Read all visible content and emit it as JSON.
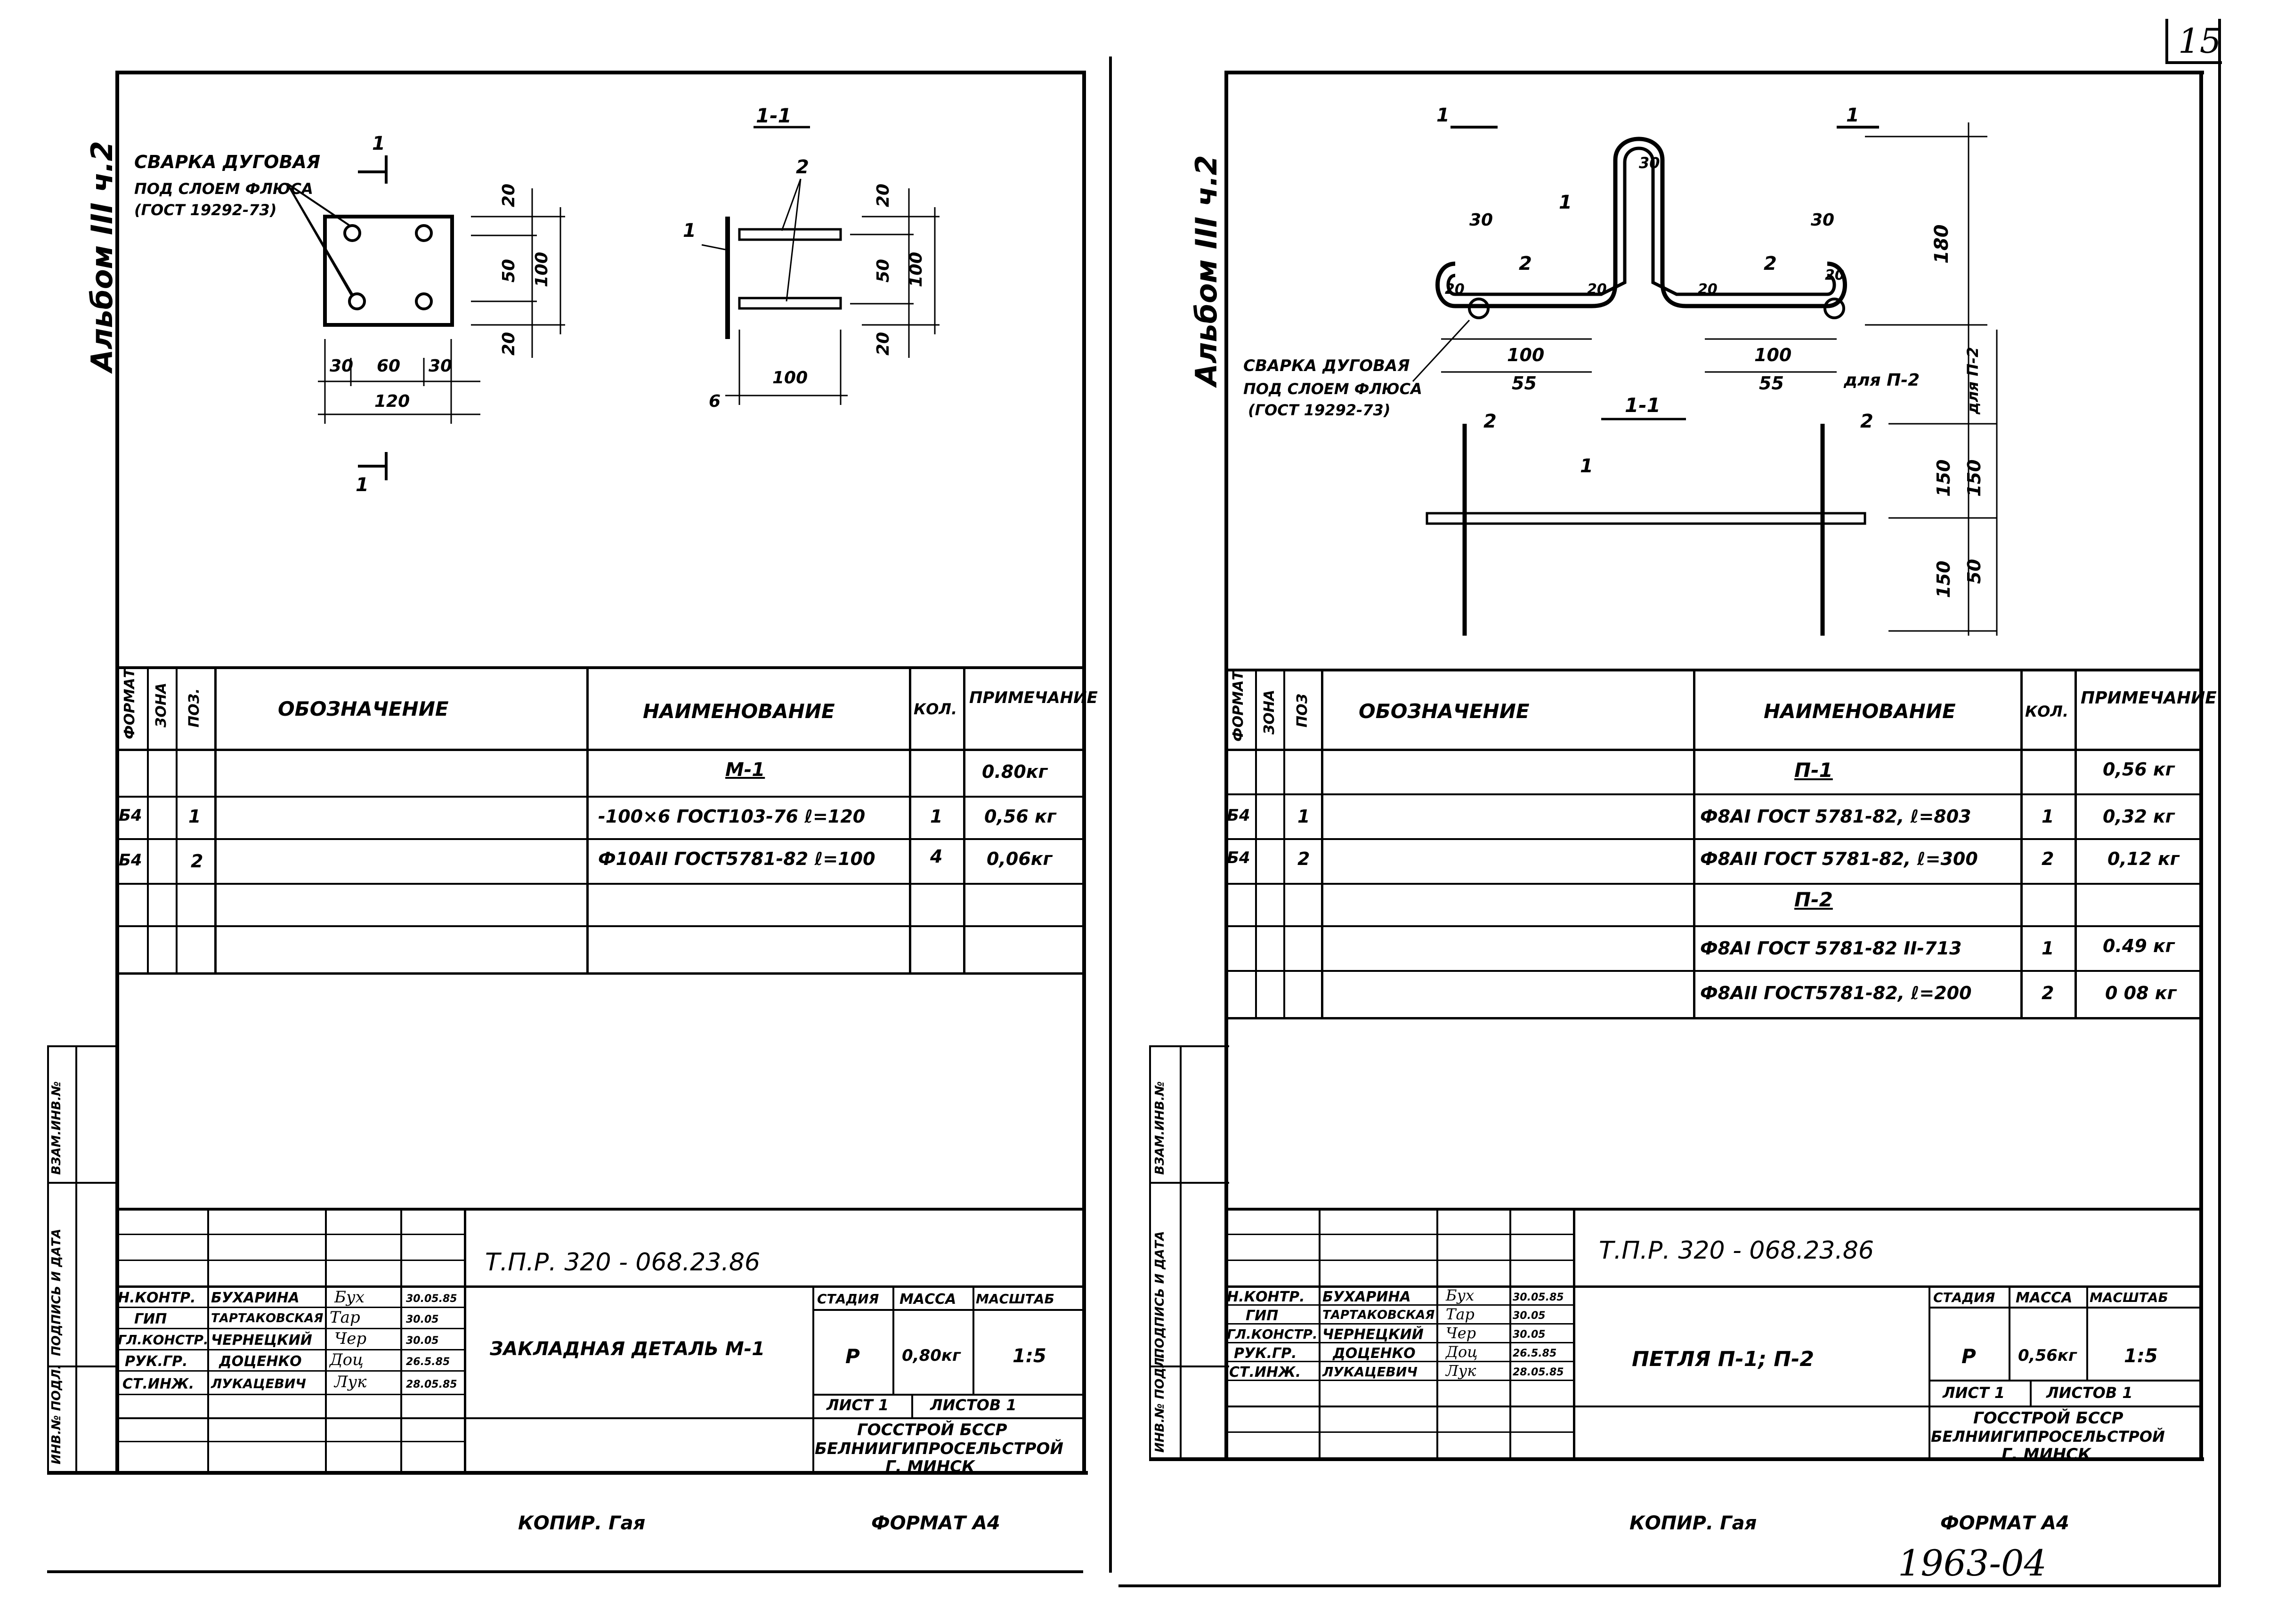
{
  "page_number": "15",
  "footer_number": "1963-04",
  "left": {
    "album": "Альбом III ч.2",
    "weld_note": [
      "СВАРКА ДУГОВАЯ",
      "ПОД СЛОЕМ ФЛЮСА",
      "(ГОСТ 19292-73)"
    ],
    "section_label": "1-1",
    "cut_mark": "1",
    "dims": {
      "d20a": "20",
      "d50": "50",
      "d20b": "20",
      "d100": "100",
      "d30a": "30",
      "d60": "60",
      "d30b": "30",
      "d120": "120",
      "s20a": "20",
      "s50": "50",
      "s20b": "20",
      "s100v": "100",
      "s100h": "100",
      "s6": "6",
      "p1": "1",
      "p2": "2"
    },
    "spec_headers": {
      "format": "ФОРМАТ",
      "zone": "ЗОНА",
      "pos": "ПОЗ.",
      "designation": "ОБОЗНАЧЕНИЕ",
      "name": "НАИМЕНОВАНИЕ",
      "qty": "КОЛ.",
      "note": "ПРИМЕЧАНИЕ"
    },
    "spec_rows": [
      {
        "format": "",
        "pos": "",
        "name": "М-1",
        "qty": "",
        "note": "0.80кг"
      },
      {
        "format": "Б4",
        "pos": "1",
        "name": "-100×6 ГОСТ103-76  ℓ=120",
        "qty": "1",
        "note": "0,56 кг"
      },
      {
        "format": "Б4",
        "pos": "2",
        "name": "Ф10АII ГОСТ5781-82  ℓ=100",
        "qty": "4",
        "note": "0,06кг"
      }
    ],
    "side_stamp": [
      "ИНВ.№ ПОДЛ.",
      "ПОДПИСЬ И ДАТА",
      "ВЗАМ.ИНВ.№"
    ],
    "doc_code": "Т.П.Р. 320 - 068.23.86",
    "roles": [
      {
        "role": "Н.КОНТР.",
        "name": "БУХАРИНА",
        "date": "30.05.85"
      },
      {
        "role": "ГИП",
        "name": "ТАРТАКОВСКАЯ",
        "date": "30.05"
      },
      {
        "role": "ГЛ.КОНСТР.",
        "name": "ЧЕРНЕЦКИЙ",
        "date": "30.05"
      },
      {
        "role": "РУК.ГР.",
        "name": "ДОЦЕНКО",
        "date": "26.5.85"
      },
      {
        "role": "СТ.ИНЖ.",
        "name": "ЛУКАЦЕВИЧ",
        "date": "28.05.85"
      }
    ],
    "title": "ЗАКЛАДНАЯ ДЕТАЛЬ М-1",
    "stage_label": "СТАДИЯ",
    "mass_label": "МАССА",
    "scale_label": "МАСШТАБ",
    "stage": "Р",
    "mass": "0,80кг",
    "scale": "1:5",
    "sheet": "ЛИСТ 1",
    "sheets": "ЛИСТОВ 1",
    "org": [
      "ГОССТРОЙ БССР",
      "БЕЛНИИГИПРОСЕЛЬСТРОЙ",
      "Г. МИНСК"
    ],
    "copied": "КОПИР.  Гая",
    "format": "ФОРМАТ А4"
  },
  "right": {
    "album": "Альбом III ч.2",
    "weld_note": [
      "СВАРКА ДУГОВАЯ",
      "ПОД СЛОЕМ ФЛЮСА",
      "(ГОСТ 19292-73)"
    ],
    "section_label": "1-1",
    "cut_mark": "1",
    "dims": {
      "d30a": "30",
      "d30b": "30",
      "d30c": "30",
      "d20a": "20",
      "d20b": "20",
      "d20c": "20",
      "d20d": "20",
      "d180": "180",
      "d100a": "100",
      "d55a": "55",
      "d100b": "100",
      "d55b": "55",
      "for_p2": "для П-2",
      "for_p2v": "для П-2",
      "d150a": "150",
      "d150b": "150",
      "d150c": "150",
      "d50": "50",
      "p1": "1",
      "p2": "2",
      "p1b": "1",
      "p2b": "2",
      "p2c": "2",
      "p2d": "2"
    },
    "spec_headers": {
      "format": "ФОРМАТ",
      "zone": "ЗОНА",
      "pos": "ПОЗ",
      "designation": "ОБОЗНАЧЕНИЕ",
      "name": "НАИМЕНОВАНИЕ",
      "qty": "КОЛ.",
      "note": "ПРИМЕЧАНИЕ"
    },
    "spec_rows": [
      {
        "format": "",
        "pos": "",
        "name": "П-1",
        "qty": "",
        "note": "0,56 кг"
      },
      {
        "format": "Б4",
        "pos": "1",
        "name": "Ф8АI ГОСТ 5781-82, ℓ=803",
        "qty": "1",
        "note": "0,32 кг"
      },
      {
        "format": "Б4",
        "pos": "2",
        "name": "Ф8АII ГОСТ 5781-82, ℓ=300",
        "qty": "2",
        "note": "0,12 кг"
      },
      {
        "format": "",
        "pos": "",
        "name": "П-2",
        "qty": "",
        "note": ""
      },
      {
        "format": "",
        "pos": "",
        "name": "Ф8АI ГОСТ 5781-82 II-713",
        "qty": "1",
        "note": "0.49 кг"
      },
      {
        "format": "",
        "pos": "",
        "name": "Ф8АII ГОСТ5781-82, ℓ=200",
        "qty": "2",
        "note": "0 08 кг"
      }
    ],
    "side_stamp": [
      "ИНВ.№ ПОДЛ.",
      "ПОДПИСЬ И ДАТА",
      "ВЗАМ.ИНВ.№"
    ],
    "doc_code": "Т.П.Р. 320 - 068.23.86",
    "roles": [
      {
        "role": "Н.КОНТР.",
        "name": "БУХАРИНА",
        "date": "30.05.85"
      },
      {
        "role": "ГИП",
        "name": "ТАРТАКОВСКАЯ",
        "date": "30.05"
      },
      {
        "role": "ГЛ.КОНСТР.",
        "name": "ЧЕРНЕЦКИЙ",
        "date": "30.05"
      },
      {
        "role": "РУК.ГР.",
        "name": "ДОЦЕНКО",
        "date": "26.5.85"
      },
      {
        "role": "СТ.ИНЖ.",
        "name": "ЛУКАЦЕВИЧ",
        "date": "28.05.85"
      }
    ],
    "title": "ПЕТЛЯ  П-1;  П-2",
    "stage_label": "СТАДИЯ",
    "mass_label": "МАССА",
    "scale_label": "МАСШТАБ",
    "stage": "Р",
    "mass": "0,56кг",
    "scale": "1:5",
    "sheet": "ЛИСТ 1",
    "sheets": "ЛИСТОВ 1",
    "org": [
      "ГОССТРОЙ БССР",
      "БЕЛНИИГИПРОСЕЛЬСТРОЙ",
      "Г. МИНСК"
    ],
    "copied": "КОПИР.  Гая",
    "format": "ФОРМАТ А4"
  }
}
